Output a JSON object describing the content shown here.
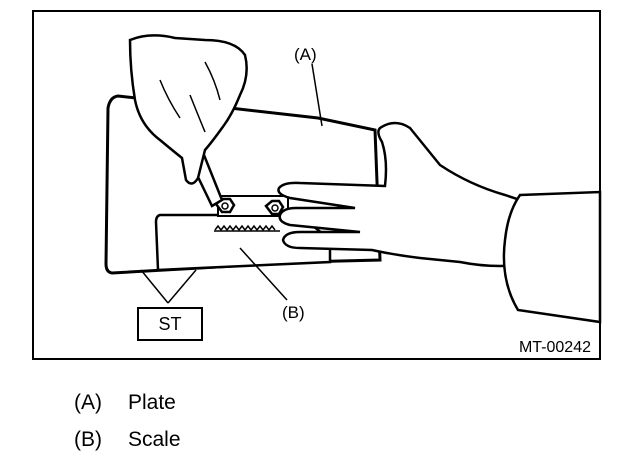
{
  "figure": {
    "callouts": {
      "a": "(A)",
      "b": "(B)",
      "st": "ST"
    },
    "code": "MT-00242"
  },
  "legend": [
    {
      "key": "(A)",
      "label": "Plate"
    },
    {
      "key": "(B)",
      "label": "Scale"
    }
  ]
}
